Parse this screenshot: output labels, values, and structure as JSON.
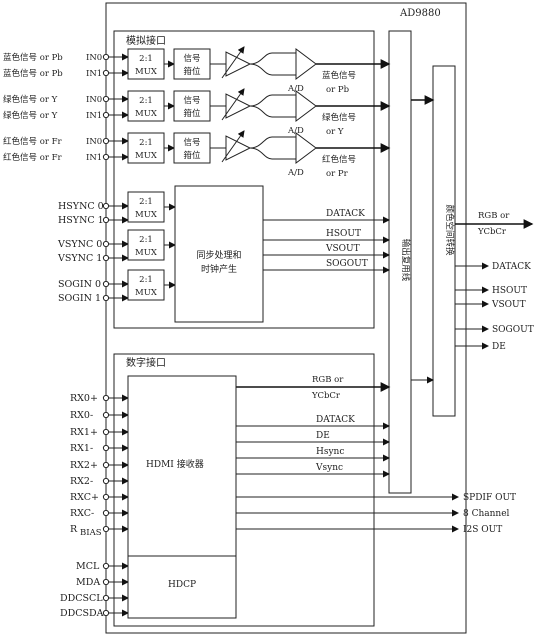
{
  "chip": "AD9880",
  "analog_section": "模拟接口",
  "digital_section": "数字接口",
  "mux_label_1": "2:1",
  "mux_label_2": "MUX",
  "clamp_label_1": "信号",
  "clamp_label_2": "箝位",
  "adc_label": "A/D",
  "analog_inputs": [
    {
      "text": "蓝色信号 or Pb",
      "pin": "IN0"
    },
    {
      "text": "蓝色信号 or Pb",
      "pin": "IN1"
    },
    {
      "text": "绿色信号 or Y",
      "pin": "IN0"
    },
    {
      "text": "绿色信号 or Y",
      "pin": "IN1"
    },
    {
      "text": "红色信号 or Fr",
      "pin": "IN0"
    },
    {
      "text": "红色信号 or Fr",
      "pin": "IN1"
    }
  ],
  "adc_outputs": [
    {
      "line1": "蓝色信号",
      "line2": "or Pb"
    },
    {
      "line1": "绿色信号",
      "line2": "or Y"
    },
    {
      "line1": "红色信号",
      "line2": "or Pr"
    }
  ],
  "sync_inputs": [
    "HSYNC 0",
    "HSYNC 1",
    "VSYNC 0",
    "VSYNC 1",
    "SOGIN 0",
    "SOGIN 1"
  ],
  "sync_block_1": "同步处理和",
  "sync_block_2": "时钟产生",
  "sync_outputs": [
    "DATACK",
    "HSOUT",
    "VSOUT",
    "SOGOUT"
  ],
  "mux_bus": "输出复用线",
  "color_space": "颜色空间转换",
  "rgb_out_1": "RGB or",
  "rgb_out_2": "YCbCr",
  "right_outputs": [
    "DATACK",
    "HSOUT",
    "VSOUT",
    "SOGOUT",
    "DE"
  ],
  "hdmi_inputs": [
    "RX0+",
    "RX0-",
    "RX1+",
    "RX1-",
    "RX2+",
    "RX2-",
    "RXC+",
    "RXC-",
    "R",
    "BIAS"
  ],
  "hdmi_receiver": "HDMI 接收器",
  "hdcp": "HDCP",
  "hdcp_inputs": [
    "MCL",
    "MDA",
    "DDCSCL",
    "DDCSDA"
  ],
  "hdmi_outputs": [
    "RGB or",
    "YCbCr",
    "DATACK",
    "DE",
    "Hsync",
    "Vsync"
  ],
  "audio_outputs": [
    "SPDIF OUT",
    "8 Channel",
    "I2S OUT"
  ]
}
